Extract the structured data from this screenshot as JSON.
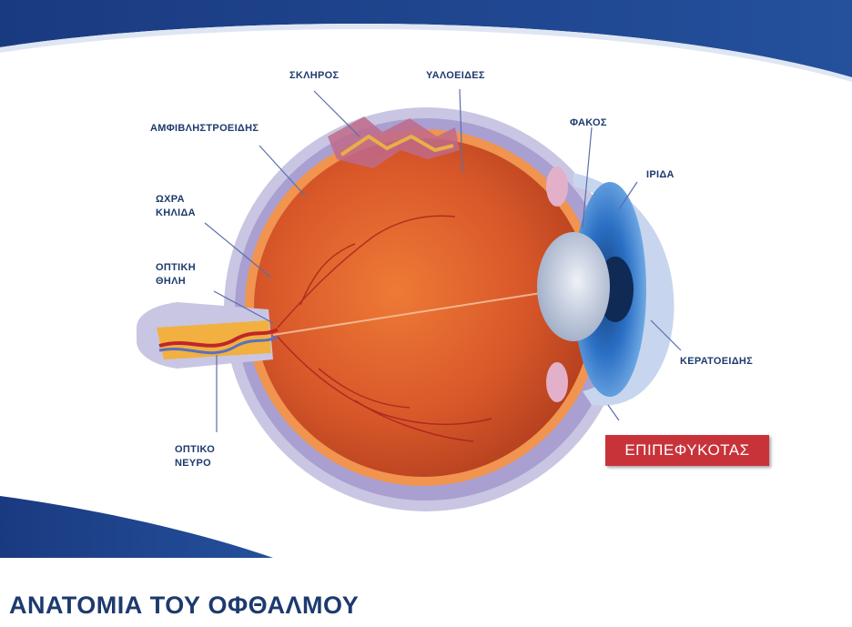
{
  "labels": {
    "sclera": "ΣΚΛΗΡΟΣ",
    "vitreous": "ΥΑΛΟΕΙΔΕΣ",
    "retina": "ΑΜΦΙΒΛΗΣΤΡΟΕΙΔΗΣ",
    "lens": "ΦΑΚΟΣ",
    "iris": "ΙΡΙΔΑ",
    "macula_line1": "ΩΧΡΑ",
    "macula_line2": "ΚΗΛΙΔΑ",
    "optic_disc_line1": "ΟΠΤΙΚΗ",
    "optic_disc_line2": "ΘΗΛΗ",
    "cornea": "ΚΕΡΑΤΟΕΙΔΗΣ",
    "optic_nerve_line1": "ΟΠΤΙΚΟ",
    "optic_nerve_line2": "ΝΕΥΡΟ",
    "conjunctiva": "ΕΠΙΠΕΦΥΚΟΤΑΣ"
  },
  "title": "ΑΝΑΤΟΜΙΑ ΤΟΥ ΟΦΘΑΛΜΟΥ",
  "colors": {
    "banner_blue": "#1d3f8a",
    "label_text": "#1d3a6e",
    "highlight_box": "#c8333a",
    "eyeball_orange": "#e2622a",
    "sclera_lavender": "#c9c6e3",
    "iris_blue": "#2a6fc4"
  }
}
